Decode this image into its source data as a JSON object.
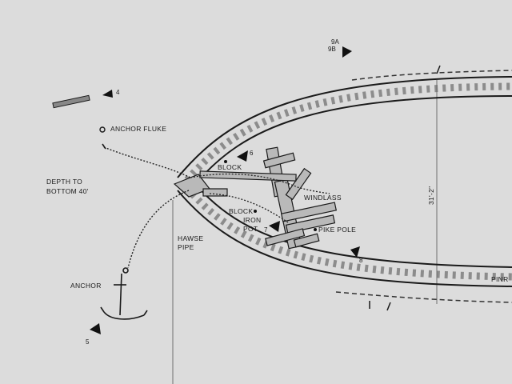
{
  "labels": {
    "anchor_fluke": "ANCHOR FLUKE",
    "depth": "DEPTH TO",
    "depth2": "BOTTOM 40'",
    "block_upper": "BLOCK",
    "block_lower": "BLOCK",
    "windlass": "WINDLASS",
    "iron": "IRON",
    "pot": "POT",
    "pike_pole": "PIKE POLE",
    "hawse": "HAWSE",
    "pipe": "PIPE",
    "anchor": "ANCHOR",
    "dimension": "31'-2\"",
    "pinr": "PINR"
  },
  "markers": {
    "m4": "4",
    "m5": "5",
    "m6": "6",
    "m7": "7",
    "m8": "8",
    "m9a": "9A",
    "m9b": "9B"
  },
  "colors": {
    "paper": "#dcdcdc",
    "ink": "#1a1a1a",
    "wood": "#b9b9b9"
  }
}
